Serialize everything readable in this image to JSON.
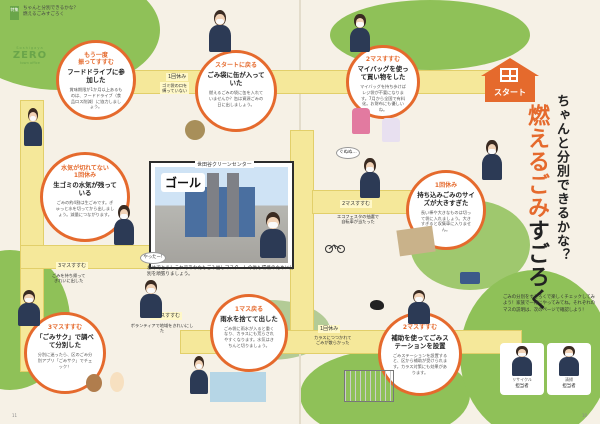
{
  "header": {
    "badge": "特集",
    "line1": "ちゃんと分別できるかな？",
    "line2": "燃えるごみすごろく"
  },
  "zero_logo": {
    "small_top": "Soshigaya",
    "main": "ZERO",
    "small_bottom": "town office"
  },
  "start": {
    "label": "スタート"
  },
  "title": {
    "line1": "ちゃんと分別できるかな？",
    "line2_orange": "燃えるごみ",
    "line2_black": "すごろく"
  },
  "squares": [
    {
      "action": "もう一度\n振ってすすむ",
      "title": "フードドライブに参加した",
      "body": "賞味期限が1か月以上あるものは、フードドライブ（食品ロス削減）に協力しましょう。"
    },
    {
      "action": "スタートに戻る",
      "title": "ごみ袋に缶が入っていた",
      "body": "燃えるごみの袋に缶を入れていませんか？缶は資源ごみの日に出しましょう。"
    },
    {
      "action": "2マスすすむ",
      "title": "マイバッグを使って買い物をした",
      "body": "マイバッグを持ち歩けばレジ袋が不要になります。7月から全国で有料化。お財布にも優しいね。"
    },
    {
      "action": "水気が切れてない\n1回休み",
      "title": "生ゴミの水気が残っている",
      "body": "ごみの約4割は生ごみです。ぎゅっと水を切ってから出しましょう。減量につながります。"
    },
    {
      "action": "1回休み",
      "title": "持ち込みごみのサイズが大きすぎた",
      "body": "長い棒や大きなものは切って袋に入れましょう。大きすぎると収集車に入りません。"
    },
    {
      "action": "3マスすすむ",
      "title": "「ごみサク」で調べて分別した",
      "body": "分別に迷ったら、区のごみ分別アプリ「ごみサク」でチェック！"
    },
    {
      "action": "1マス戻る",
      "title": "雨水を捨てて出した",
      "body": "ごみ袋に雨水が入ると重くなり、カラスにも荒らされやすくなります。水気はきちんと切りましょう。"
    },
    {
      "action": "2マスすすむ",
      "title": "補助を使ってごみステーションを設置",
      "body": "ごみステーションを設置すると、区から補助が受けられます。カラス対策にも効果があります。"
    }
  ],
  "tags": [
    {
      "text": "1回休み"
    },
    {
      "text": "ゴミ袋の口を\n縛っていない"
    },
    {
      "text": "2マスすすむ"
    },
    {
      "text": "エコフェスタの抽選で\n自転車が当たった"
    },
    {
      "text": "3マスすすむ"
    },
    {
      "text": "ごみを持ち帰って\nきれいに出した"
    },
    {
      "text": "1マスすすむ"
    },
    {
      "text": "ボランティアで地域をきれいにした"
    },
    {
      "text": "1回休み"
    },
    {
      "text": "カラスにつつかれて\nごみが散らかった"
    }
  ],
  "goal": {
    "badge": "ゴール",
    "place": "世田谷クリーンセンター",
    "caption": "おめでとう！これであなたもごみ出しマスター！今後も環境のために分別を頑張りましょう。"
  },
  "bubbles": {
    "a": "やったー!",
    "b": "ぐぬぬ…"
  },
  "intro": "ごみの分別をすごろくで楽しくチェックしてみよう！家族で一緒にやってみてね。それぞれのマスの説明は、次のページで確認しよう！",
  "staff": [
    {
      "role": "リサイクル",
      "name": "担当者"
    },
    {
      "role": "清掃",
      "name": "担当者"
    }
  ],
  "page_numbers": {
    "left": "11",
    "right": "10"
  },
  "colors": {
    "accent": "#e56a2d",
    "grass": "#8fc158",
    "path": "#f5e89a"
  }
}
